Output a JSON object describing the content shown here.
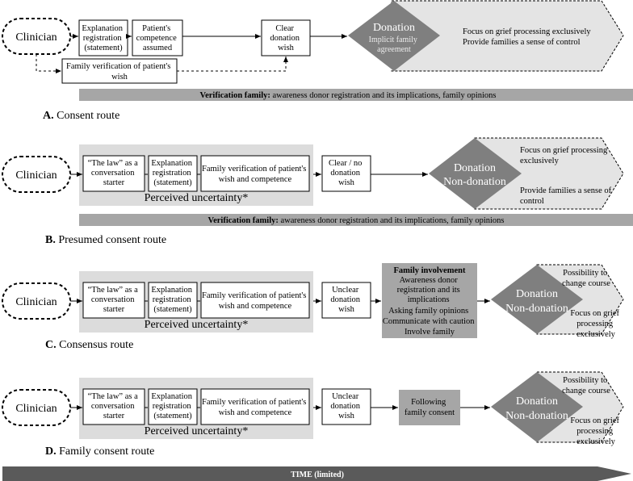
{
  "clinician": "Clinician",
  "donation": "Donation",
  "non_donation": "Non-donation",
  "perceived_uncertainty": "Perceived uncertainty*",
  "routeA": {
    "letter": "A.",
    "title": "Consent route",
    "box_explanation": [
      "Explanation",
      "registration",
      "(statement)"
    ],
    "box_competence": [
      "Patient's",
      "competence",
      "assumed"
    ],
    "box_clear": [
      "Clear",
      "donation",
      "wish"
    ],
    "box_family_verification": [
      "Family verification of patient's",
      "wish"
    ],
    "implicit": [
      "Implicit family",
      "agreement"
    ],
    "outcome": [
      "Focus on grief processing exclusively",
      "Provide families a sense of control"
    ],
    "bar_bold": "Verification family:",
    "bar_rest": " awareness donor registration and its implications, family opinions"
  },
  "routeB": {
    "letter": "B.",
    "title": "Presumed consent route",
    "box_law": [
      "“The law” as a",
      "conversation",
      "starter"
    ],
    "box_explanation": [
      "Explanation",
      "registration",
      "(statement)"
    ],
    "box_family": [
      "Family verification of patient's",
      "wish and competence"
    ],
    "box_clear": [
      "Clear / no",
      "donation",
      "wish"
    ],
    "outcome_top": [
      "Focus on grief processing",
      "exclusively"
    ],
    "outcome_bottom": [
      "Provide families a sense of",
      "control"
    ],
    "bar_bold": "Verification family:",
    "bar_rest": " awareness donor registration and its implications, family opinions"
  },
  "routeC": {
    "letter": "C.",
    "title": "Consensus route",
    "box_law": [
      "“The law” as a",
      "conversation",
      "starter"
    ],
    "box_explanation": [
      "Explanation",
      "registration",
      "(statement)"
    ],
    "box_family": [
      "Family verification of patient's",
      "wish and competence"
    ],
    "box_unclear": [
      "Unclear",
      "donation",
      "wish"
    ],
    "involvement_title": "Family involvement",
    "involvement_lines": [
      "Awareness donor",
      "registration and its",
      "implications",
      "Asking family opinions",
      "Communicate with caution",
      "Involve family"
    ],
    "outcome_top": [
      "Possibility to",
      "change course"
    ],
    "outcome_bottom": [
      "Focus on grief",
      "processing",
      "exclusively"
    ]
  },
  "routeD": {
    "letter": "D.",
    "title": "Family consent route",
    "box_law": [
      "“The law” as a",
      "conversation",
      "starter"
    ],
    "box_explanation": [
      "Explanation",
      "registration",
      "(statement)"
    ],
    "box_family": [
      "Family verification of patient's",
      "wish and competence"
    ],
    "box_unclear": [
      "Unclear",
      "donation",
      "wish"
    ],
    "box_following": [
      "Following",
      "family consent"
    ],
    "outcome_top": [
      "Possibility to",
      "change course"
    ],
    "outcome_bottom": [
      "Focus on grief",
      "processing",
      "exclusively"
    ]
  },
  "time": "TIME (limited)",
  "colors": {
    "diamond": "#7f7f7f",
    "chevron_fill": "#e4e4e4",
    "band": "#dcdcdc",
    "bar": "#a6a6a6",
    "involvement": "#a6a6a6",
    "time_arrow": "#5a5a5a"
  }
}
